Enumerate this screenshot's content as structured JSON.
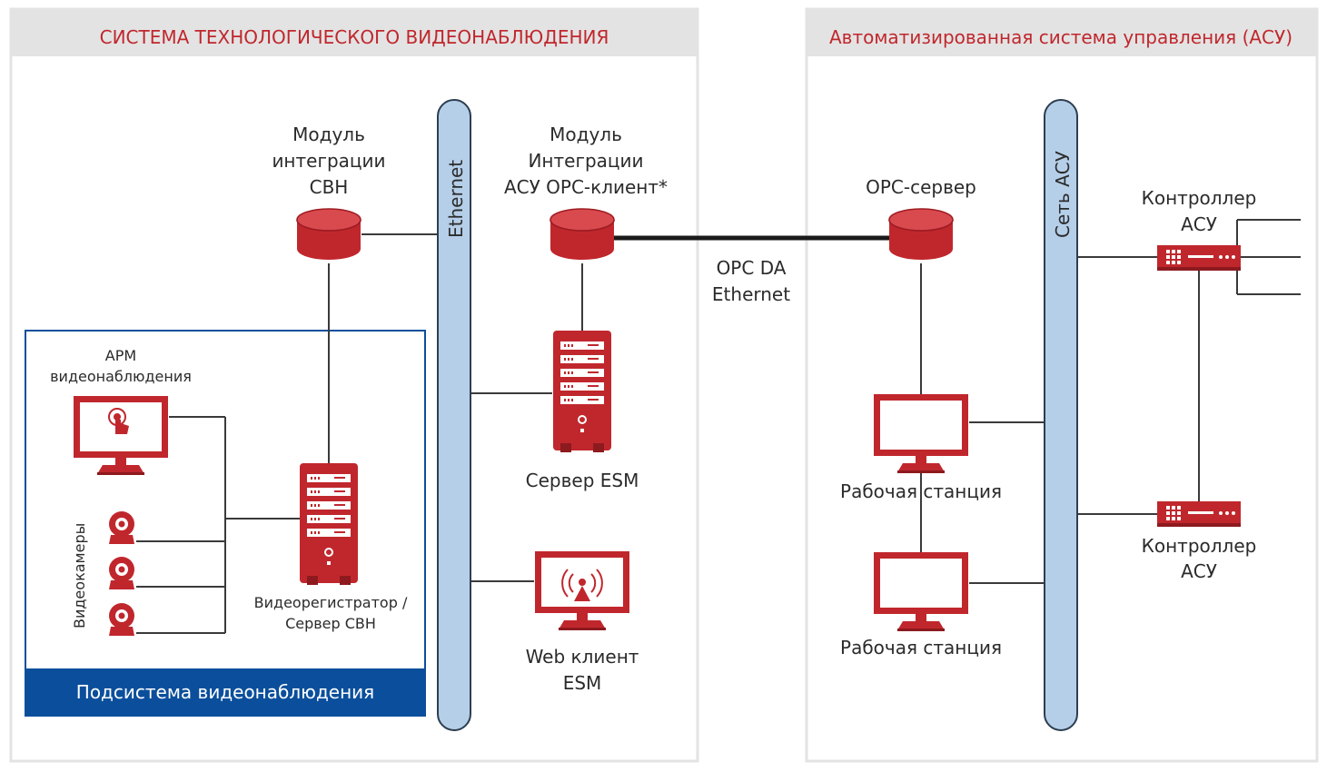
{
  "left_panel": {
    "title": "СИСТЕМА ТЕХНОЛОГИЧЕСКОГО ВИДЕОНАБЛЮДЕНИЯ"
  },
  "right_panel": {
    "title": "Автоматизированная система управления (АСУ)"
  },
  "subsystem": {
    "title": "Подсистема видеонаблюдения"
  },
  "buses": {
    "ethernet": "Ethernet",
    "asu_network": "Сеть АСУ"
  },
  "nodes": {
    "svn_module": [
      "Модуль",
      "интеграции",
      "СВН"
    ],
    "asu_opc_module": [
      "Модуль",
      "Интеграции",
      "АСУ OPC-клиент*"
    ],
    "opc_server": [
      "OPC-сервер"
    ],
    "link": [
      "OPC DA",
      "Ethernet"
    ],
    "arm": [
      "АРМ",
      "видеонаблюдения"
    ],
    "cameras": "Видеокамеры",
    "dvr": [
      "Видеорегистратор /",
      "Сервер СВН"
    ],
    "esm_server": "Сервер ESM",
    "web_client": [
      "Web клиент",
      "ESM"
    ],
    "workstation_1": "Рабочая  станция",
    "workstation_2": "Рабочая  станция",
    "controller_1": [
      "Контроллер",
      "АСУ"
    ],
    "controller_2": [
      "Контроллер",
      "АСУ"
    ]
  },
  "colors": {
    "accent": "#c0272d",
    "bus": "#b5cfe8",
    "subsystem_bar": "#0b4f9c",
    "panel_header": "#e3e3e3"
  }
}
